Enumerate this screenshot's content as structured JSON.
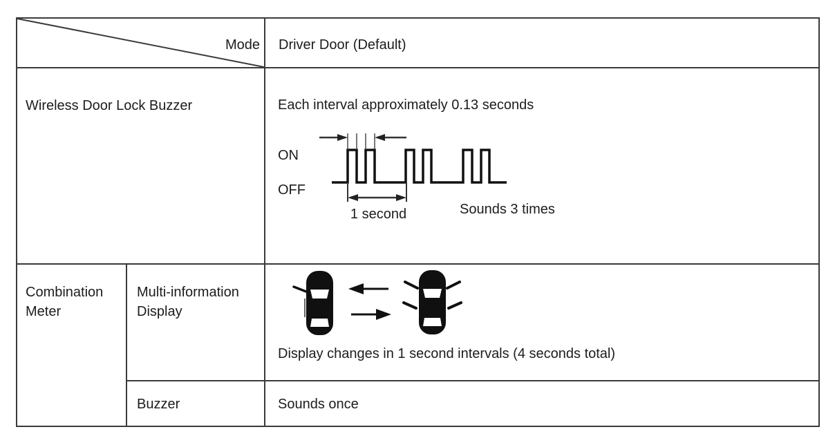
{
  "table": {
    "header": {
      "mode_label": "Mode",
      "mode_value": "Driver Door (Default)"
    },
    "wireless_row": {
      "label": "Wireless Door Lock Buzzer",
      "interval_note": "Each interval approximately 0.13 seconds",
      "waveform": {
        "on_label": "ON",
        "off_label": "OFF",
        "span_label": "1 second",
        "sounds_label": "Sounds 3 times"
      }
    },
    "combination_row": {
      "label": "Combination Meter",
      "display_sub_row": {
        "label": "Multi-information Display",
        "note": "Display changes in 1 second intervals (4 seconds total)"
      },
      "buzzer_sub_row": {
        "label": "Buzzer",
        "value": "Sounds once"
      }
    }
  },
  "icons": {
    "waveform": "square-wave-timing-diagram",
    "car_left": "car-top-view-driver-door-indicator",
    "car_right": "car-top-view-all-doors-indicator",
    "arrow_top": "arrow-left",
    "arrow_bottom": "arrow-right"
  },
  "colors": {
    "grid_line": "#3a3a3a",
    "ink": "#1c1c1c",
    "diagram": "#111111"
  }
}
